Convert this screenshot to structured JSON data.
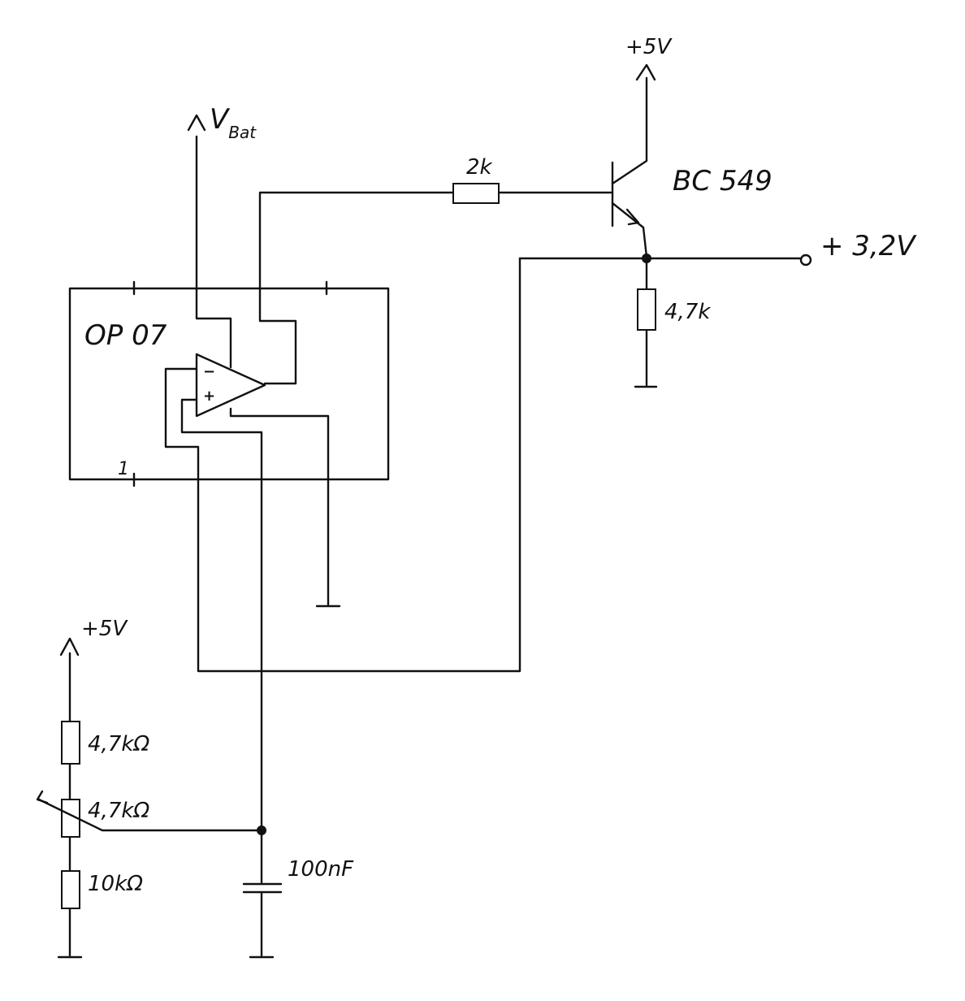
{
  "labels": {
    "vbat_main": "V",
    "vbat_sub": "Bat",
    "supply_top": "+5V",
    "supply_left": "+5V",
    "transistor": "BC 549",
    "r_base": "2k",
    "r_emitter": "4,7k",
    "output": "+ 3,2V",
    "opamp": "OP 07",
    "pin1": "1",
    "r_top_divider": "4,7kΩ",
    "pot": "4,7kΩ",
    "r_bottom_divider": "10kΩ",
    "cap": "100nF",
    "minus": "−",
    "plus": "+"
  }
}
